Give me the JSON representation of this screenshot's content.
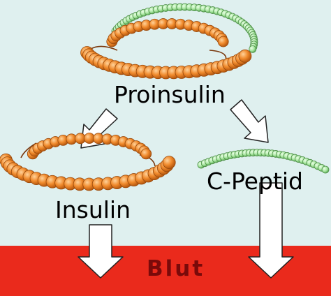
{
  "labels": {
    "proinsulin": "Proinsulin",
    "insulin": "Insulin",
    "c_peptid": "C-Peptid",
    "blut": "Blut"
  },
  "colors": {
    "background": "#dff0ef",
    "bead_orange": "#f08a2c",
    "bead_green": "#a8e6a0",
    "blood_red": "#ea2a1c",
    "blood_text": "#7a0a0a",
    "arrow_fill": "#ffffff",
    "arrow_stroke": "#222222"
  },
  "icons": [
    "proinsulin-bead-chain",
    "insulin-bead-chain",
    "c-peptid-bead-chain",
    "down-arrow"
  ]
}
